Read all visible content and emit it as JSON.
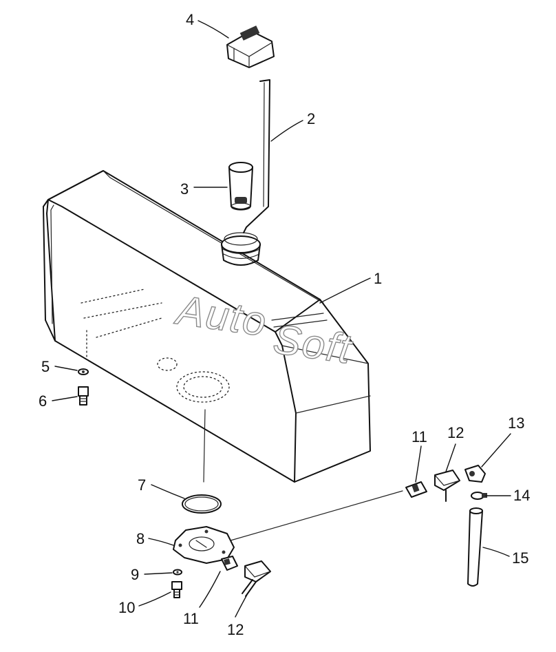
{
  "watermark": {
    "part1": "Auto",
    "part2": "Soft"
  },
  "callouts": {
    "c1": "1",
    "c2": "2",
    "c3": "3",
    "c4": "4",
    "c5": "5",
    "c6": "6",
    "c7": "7",
    "c8": "8",
    "c9": "9",
    "c10": "10",
    "c11a": "11",
    "c11b": "11",
    "c12a": "12",
    "c12b": "12",
    "c13": "13",
    "c14": "14",
    "c15": "15"
  },
  "colors": {
    "line": "#111111",
    "background": "#ffffff",
    "watermark_stroke": "#8a8a8a"
  }
}
